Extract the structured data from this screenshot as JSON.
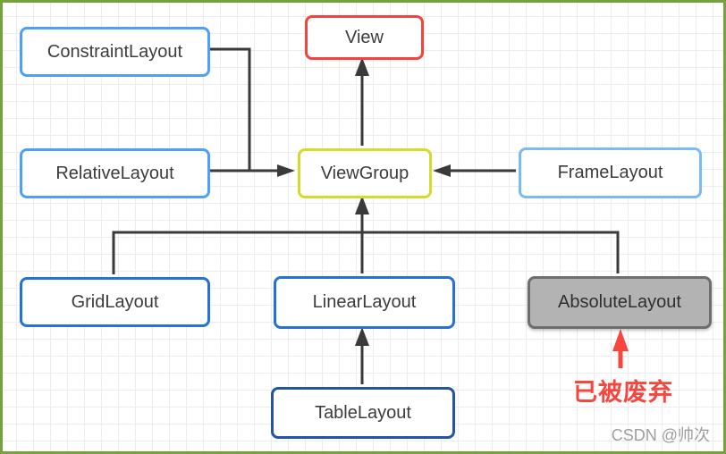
{
  "diagram": {
    "title_hint": "Android view hierarchy diagram",
    "nodes": [
      {
        "id": "constraintlayout",
        "label": "ConstraintLayout"
      },
      {
        "id": "view",
        "label": "View"
      },
      {
        "id": "relativelayout",
        "label": "RelativeLayout"
      },
      {
        "id": "viewgroup",
        "label": "ViewGroup"
      },
      {
        "id": "framelayout",
        "label": "FrameLayout"
      },
      {
        "id": "gridlayout",
        "label": "GridLayout"
      },
      {
        "id": "linearlayout",
        "label": "LinearLayout"
      },
      {
        "id": "absolutelayout",
        "label": "AbsoluteLayout"
      },
      {
        "id": "tablelayout",
        "label": "TableLayout"
      }
    ],
    "edges": [
      {
        "from": "ViewGroup",
        "to": "View"
      },
      {
        "from": "ConstraintLayout",
        "to": "ViewGroup"
      },
      {
        "from": "RelativeLayout",
        "to": "ViewGroup"
      },
      {
        "from": "FrameLayout",
        "to": "ViewGroup"
      },
      {
        "from": "GridLayout",
        "to": "ViewGroup"
      },
      {
        "from": "LinearLayout",
        "to": "ViewGroup"
      },
      {
        "from": "AbsoluteLayout",
        "to": "ViewGroup"
      },
      {
        "from": "TableLayout",
        "to": "LinearLayout"
      }
    ],
    "annotation": {
      "deprecated_label": "已被废弃"
    },
    "watermark": "CSDN @帅次",
    "colors": {
      "frame_green": "#76a23e",
      "grid_line": "#ececec",
      "border_blue_bright": "#4d9ff8",
      "border_blue_light": "#7cb9f8",
      "border_blue_medium": "#2472d8",
      "border_blue_dark": "#2254a8",
      "border_red": "#f5433c",
      "border_yellow": "#d5db2a",
      "gray_fill": "#b3b3b3",
      "gray_border": "#6e6e6e",
      "connector": "#3a3a3a",
      "annotation_red": "#f7463e",
      "watermark_gray": "#9e9e9e"
    }
  }
}
